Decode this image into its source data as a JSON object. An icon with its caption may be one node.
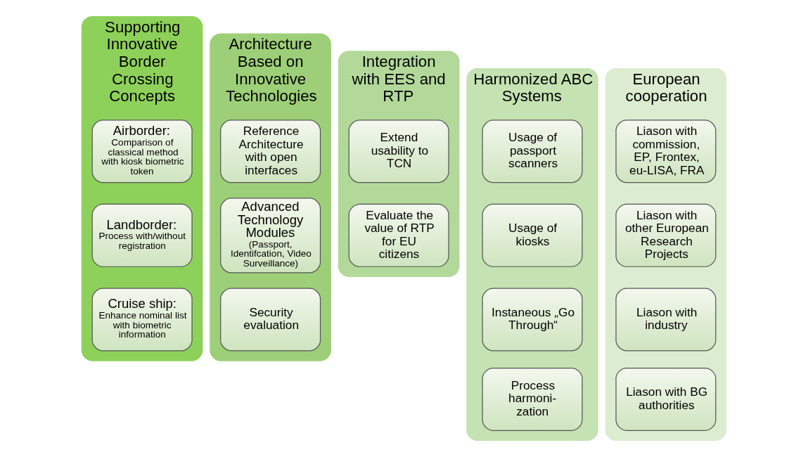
{
  "diagram": {
    "nodes": [
      {
        "text": [
          "Supporting Innovative Border Crossing Concepts"
        ]
      },
      {
        "text": [
          "Airborder:",
          "Comparison of classical method with kiosk biometric token"
        ],
        "in": 0
      },
      {
        "text": [
          "Landborder:",
          "Process with/without registration"
        ],
        "in": 0
      },
      {
        "text": [
          "Cruise ship:",
          "Enhance nominal list with biometric information"
        ],
        "in": 0
      },
      {
        "text": [
          "Architecture Based on Innovative Technologies"
        ]
      },
      {
        "text": [
          "Reference Architecture with open interfaces"
        ],
        "in": 4
      },
      {
        "text": [
          "Advanced Technology Modules",
          "(Passport, Identifcation, Video Surveillance)"
        ],
        "in": 4
      },
      {
        "text": [
          "Security evaluation"
        ],
        "in": 4
      },
      {
        "text": [
          "Integration with EES and RTP"
        ]
      },
      {
        "text": [
          "Extend usability to TCN"
        ],
        "in": 8
      },
      {
        "text": [
          "Evaluate the value of RTP for EU citizens"
        ],
        "in": 8
      },
      {
        "text": [
          "Harmonized ABC Systems"
        ]
      },
      {
        "text": [
          "Usage of passport scanners"
        ],
        "in": 11
      },
      {
        "text": [
          "Usage of kiosks"
        ],
        "in": 11
      },
      {
        "text": [
          "Instaneous „Go Through“"
        ],
        "in": 11
      },
      {
        "text": [
          "Process harmoni- zation"
        ],
        "in": 11
      },
      {
        "text": [
          "European cooperation"
        ]
      },
      {
        "text": [
          "Liason with commission, EP, Frontex, eu-LISA, FRA"
        ],
        "in": 16
      },
      {
        "text": [
          "Liason with other European Research Projects"
        ],
        "in": 16
      },
      {
        "text": [
          "Liason with industry"
        ],
        "in": 16
      },
      {
        "text": [
          "Liason with BG authorities"
        ],
        "in": 16
      }
    ],
    "edges": []
  }
}
